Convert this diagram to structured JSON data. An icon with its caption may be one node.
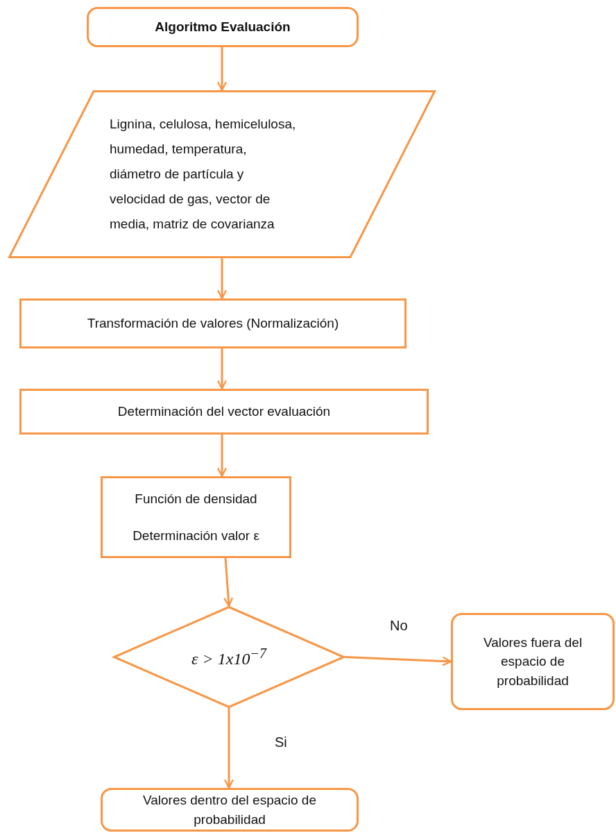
{
  "diagram": {
    "nodes": [
      {
        "text": [
          "Algoritmo Evaluación"
        ]
      },
      {
        "text": [
          "Lignina, celulosa, hemicelulosa, humedad, temperatura, diámetro de partícula y velocidad de gas, vector de media, matriz de covarianza"
        ]
      },
      {
        "text": [
          "Transformación de valores  (Normalización)"
        ]
      },
      {
        "text": [
          "Determinación del vector evaluación"
        ]
      },
      {
        "text": [
          "Función de densidad",
          "Determinación valor ε"
        ]
      },
      {
        "text": [
          "ε > 1x10$^{−7}$"
        ]
      },
      {
        "text": [
          "Valores fuera del espacio de probabilidad"
        ]
      },
      {
        "text": [
          "Valores dentro del espacio de probabilidad"
        ]
      }
    ],
    "edges": [
      {
        "from": 0,
        "to": 1,
        "arrow": "to"
      },
      {
        "from": 1,
        "to": 2,
        "arrow": "to"
      },
      {
        "from": 2,
        "to": 3,
        "arrow": "to"
      },
      {
        "from": 3,
        "to": 4,
        "arrow": "to"
      },
      {
        "from": 4,
        "to": 5,
        "arrow": "to"
      },
      {
        "from": 5,
        "to": 6,
        "arrow": "to",
        "label": "No"
      },
      {
        "from": 5,
        "to": 7,
        "arrow": "to",
        "label": "Si"
      }
    ]
  }
}
